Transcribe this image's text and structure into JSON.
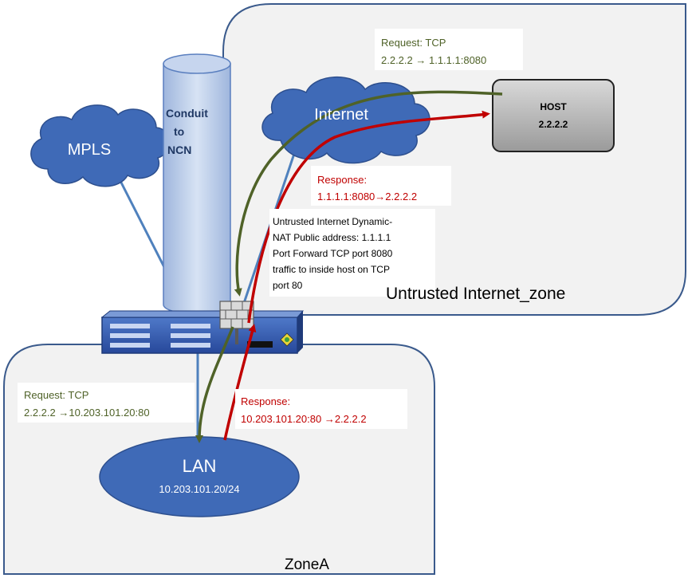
{
  "zones": {
    "untrusted": "Untrusted Internet_zone",
    "zone_a": "ZoneA"
  },
  "clouds": {
    "mpls": "MPLS",
    "internet": "Internet"
  },
  "conduit": {
    "line1": "Conduit",
    "line2": "to",
    "line3": "NCN"
  },
  "host": {
    "title": "HOST",
    "ip": "2.2.2.2"
  },
  "lan": {
    "title": "LAN",
    "subnet": "10.203.101.20/24"
  },
  "boxes": {
    "request_internet": {
      "line1": "Request: TCP",
      "line2": "2.2.2.2 → 1.1.1.1:8080"
    },
    "response_internet": {
      "line1": "Response:",
      "line2": "1.1.1.1:8080→2.2.2.2"
    },
    "request_lan": {
      "line1": "Request: TCP",
      "line2": "2.2.2.2 →10.203.101.20:80"
    },
    "response_lan": {
      "line1": "Response:",
      "line2": "10.203.101.20:80 →2.2.2.2"
    }
  },
  "nat_note": {
    "line1": "Untrusted Internet Dynamic-",
    "line2": "NAT Public address: 1.1.1.1",
    "line3": "Port Forward TCP port 8080",
    "line4": "traffic to inside host on TCP",
    "line5": "port 80"
  },
  "colors": {
    "request": "#4f6228",
    "response": "#c00000",
    "cloud_fill": "#3f6ab7",
    "cloud_stroke": "#2d4f8e",
    "zone_stroke": "#3a5a8c",
    "zone_fill": "#f2f2f2",
    "link": "#4f81bd"
  }
}
